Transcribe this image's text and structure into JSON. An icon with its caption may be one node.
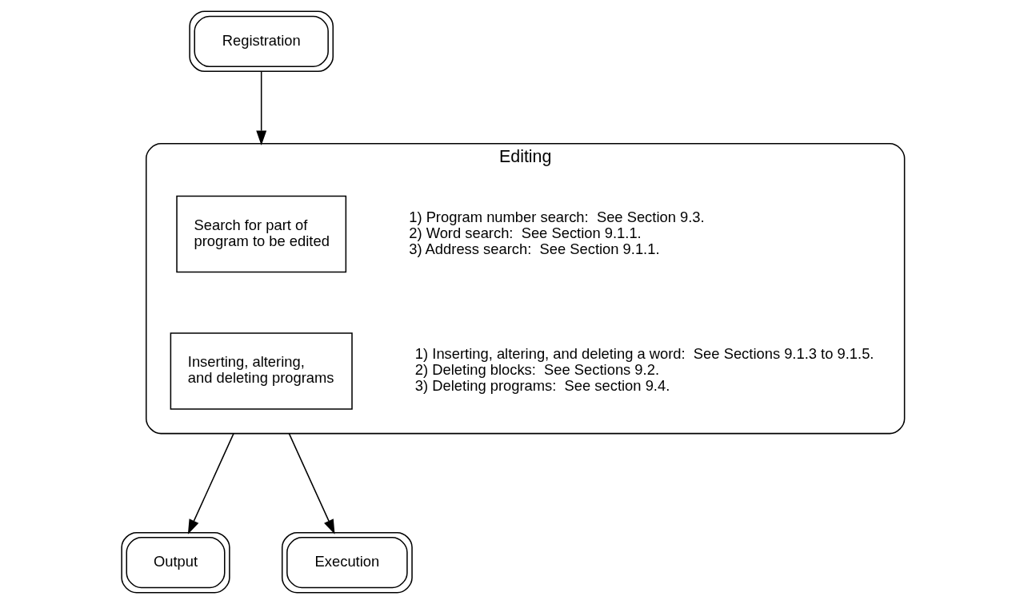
{
  "diagram": {
    "nodes": [
      {
        "text": [
          "Registration"
        ]
      },
      {
        "text": [
          "Editing"
        ]
      },
      {
        "text": [
          "Search for part of program to be edited"
        ],
        "in": 1,
        "beside": [
          "1) Program number search:  See Section 9.3.",
          "2) Word search:  See Section 9.1.1.",
          "3) Address search:  See Section 9.1.1."
        ]
      },
      {
        "text": [
          "Inserting, altering, and deleting programs"
        ],
        "in": 1,
        "beside": [
          "1) Inserting, altering, and deleting a word:  See Sections 9.1.3 to 9.1.5.",
          "2) Deleting blocks:  See Sections 9.2.",
          "3) Deleting programs:  See section 9.4."
        ]
      },
      {
        "text": [
          "Output"
        ]
      },
      {
        "text": [
          "Execution"
        ]
      }
    ],
    "edges": [
      {
        "from": 0,
        "to": 1,
        "arrow": "to"
      },
      {
        "from": 1,
        "to": 4,
        "arrow": "to"
      },
      {
        "from": 1,
        "to": 5,
        "arrow": "to"
      }
    ]
  }
}
